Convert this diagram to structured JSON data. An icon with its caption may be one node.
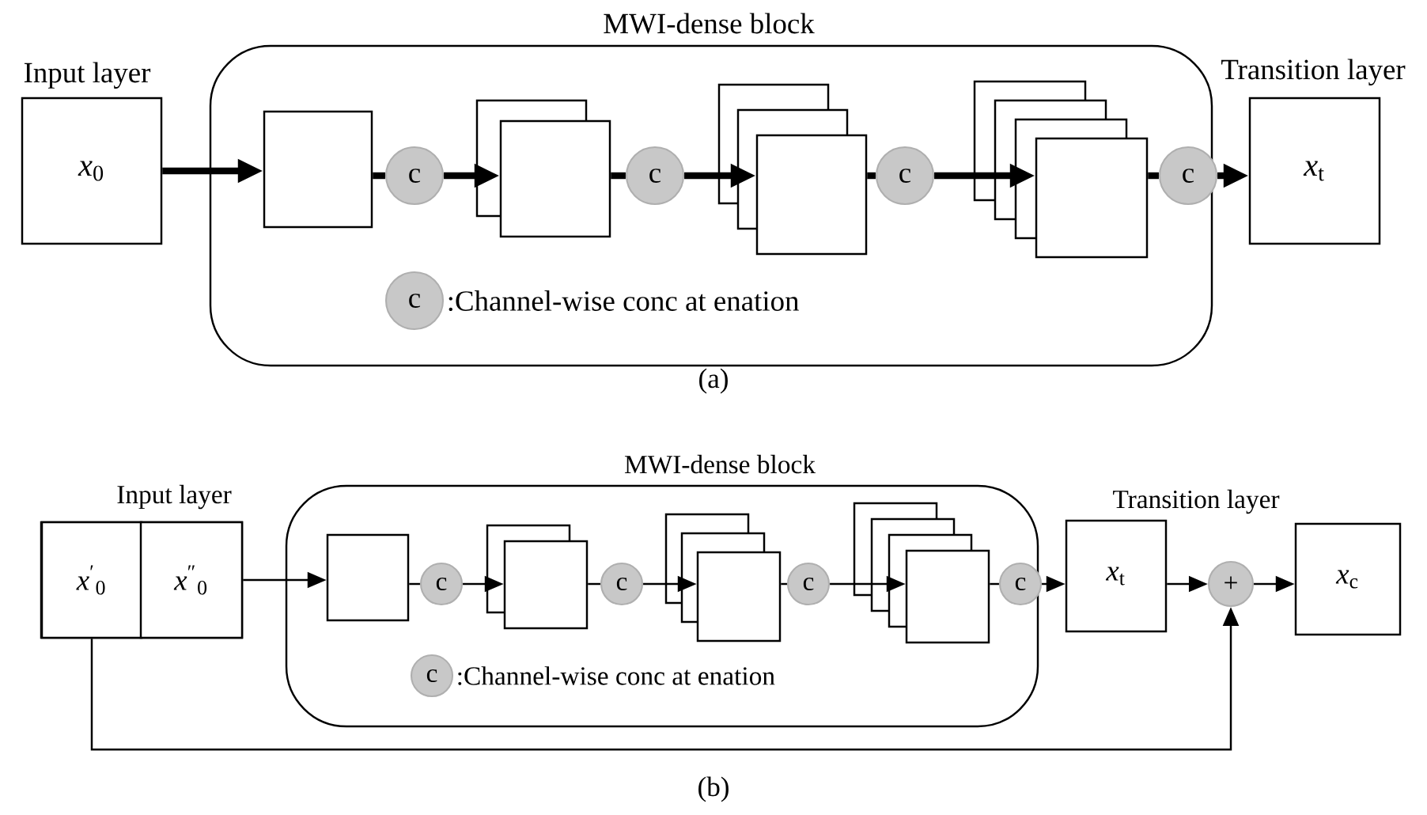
{
  "diagram": {
    "nodes": [
      {
        "text": [
          "Input layer",
          "*x*$_{0}$"
        ]
      },
      {
        "text": [
          "MWI-dense block"
        ]
      },
      {
        "text": [],
        "shape": "box",
        "in": 1
      },
      {
        "text": [
          "c"
        ],
        "in": 1
      },
      {
        "text": [],
        "shape": "box",
        "in": 1
      },
      {
        "text": [
          "c"
        ],
        "in": 1
      },
      {
        "text": [],
        "shape": "box",
        "in": 1
      },
      {
        "text": [
          "c"
        ],
        "in": 1
      },
      {
        "text": [],
        "shape": "box",
        "in": 1
      },
      {
        "text": [
          "c"
        ],
        "in": 1
      },
      {
        "text": [
          "Transition layer",
          "*x*$_{t}$"
        ]
      },
      {
        "text": [
          "c"
        ],
        "in": 1,
        "beside": [
          ":Channel-wise conc at enation"
        ]
      },
      {
        "text": [
          "Input layer"
        ]
      },
      {
        "text": [
          "*x*$^{′}$$_{0}$"
        ],
        "in": 12
      },
      {
        "text": [
          "*x*$^{″}$$_{0}$"
        ],
        "in": 12
      },
      {
        "text": [
          "MWI-dense block"
        ]
      },
      {
        "text": [],
        "shape": "box",
        "in": 15
      },
      {
        "text": [
          "c"
        ],
        "in": 15
      },
      {
        "text": [],
        "shape": "box",
        "in": 15
      },
      {
        "text": [
          "c"
        ],
        "in": 15
      },
      {
        "text": [],
        "shape": "box",
        "in": 15
      },
      {
        "text": [
          "c"
        ],
        "in": 15
      },
      {
        "text": [],
        "shape": "box",
        "in": 15
      },
      {
        "text": [
          "c"
        ],
        "in": 15
      },
      {
        "text": [
          "c"
        ],
        "in": 15,
        "beside": [
          ":Channel-wise conc at enation"
        ]
      },
      {
        "text": [
          "Transition layer",
          "*x*$_{t}$"
        ]
      },
      {
        "text": [
          "+"
        ]
      },
      {
        "text": [
          "*x*$_{c}$"
        ]
      }
    ],
    "edges": [
      {
        "from": 0,
        "to": 2,
        "arrow": "to",
        "style": "thick"
      },
      {
        "from": 2,
        "to": 3,
        "arrow": "none",
        "style": "thick"
      },
      {
        "from": 3,
        "to": 4,
        "arrow": "to",
        "style": "thick"
      },
      {
        "from": 4,
        "to": 5,
        "arrow": "none",
        "style": "thick"
      },
      {
        "from": 5,
        "to": 6,
        "arrow": "to",
        "style": "thick"
      },
      {
        "from": 6,
        "to": 7,
        "arrow": "none",
        "style": "thick"
      },
      {
        "from": 7,
        "to": 8,
        "arrow": "to",
        "style": "thick"
      },
      {
        "from": 8,
        "to": 9,
        "arrow": "none",
        "style": "thick"
      },
      {
        "from": 9,
        "to": 10,
        "arrow": "to",
        "style": "thick"
      },
      {
        "from": 14,
        "to": 16,
        "arrow": "to"
      },
      {
        "from": 16,
        "to": 17,
        "arrow": "none"
      },
      {
        "from": 17,
        "to": 18,
        "arrow": "to"
      },
      {
        "from": 18,
        "to": 19,
        "arrow": "none"
      },
      {
        "from": 19,
        "to": 20,
        "arrow": "to"
      },
      {
        "from": 20,
        "to": 21,
        "arrow": "none"
      },
      {
        "from": 21,
        "to": 22,
        "arrow": "to"
      },
      {
        "from": 22,
        "to": 23,
        "arrow": "none"
      },
      {
        "from": 23,
        "to": 25,
        "arrow": "to"
      },
      {
        "from": 25,
        "to": 26,
        "arrow": "to"
      },
      {
        "from": 26,
        "to": 27,
        "arrow": "to"
      },
      {
        "from": 13,
        "to": 26,
        "arrow": "to"
      }
    ],
    "labels": [
      "(a)",
      "(b)"
    ]
  }
}
